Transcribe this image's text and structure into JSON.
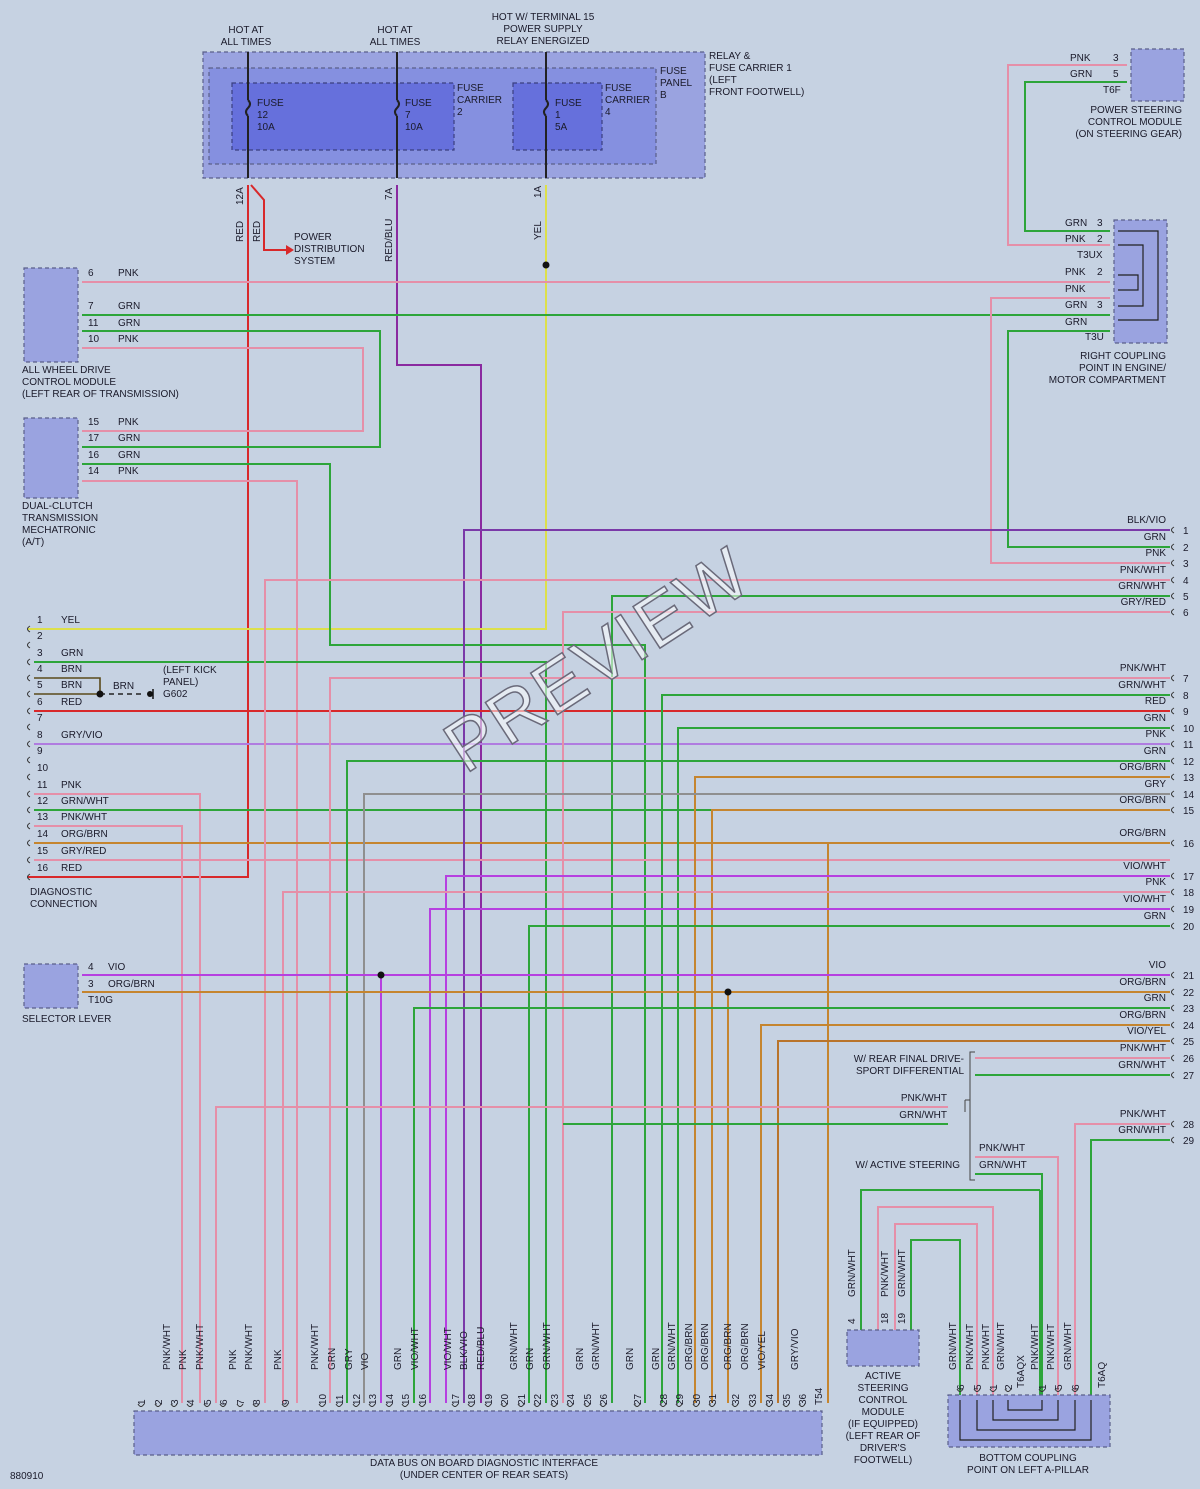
{
  "header": {
    "hot1": [
      "HOT AT",
      "ALL TIMES"
    ],
    "hot2": [
      "HOT AT",
      "ALL TIMES"
    ],
    "hot3": [
      "HOT W/ TERMINAL 15",
      "POWER SUPPLY",
      "RELAY ENERGIZED"
    ]
  },
  "relay_carrier": [
    "RELAY &",
    "FUSE CARRIER 1",
    "(LEFT",
    "FRONT FOOTWELL)"
  ],
  "fuse_panel": [
    "FUSE",
    "PANEL",
    "B"
  ],
  "fuse_carrier_2": [
    "FUSE",
    "CARRIER",
    "2"
  ],
  "fuse_carrier_4": [
    "FUSE",
    "CARRIER",
    "4"
  ],
  "fuses": [
    {
      "name": "FUSE",
      "num": "12",
      "amp": "10A",
      "terminal": "12A",
      "wire": "RED"
    },
    {
      "name": "FUSE",
      "num": "7",
      "amp": "10A",
      "terminal": "7A",
      "wire": "RED/BLU"
    },
    {
      "name": "FUSE",
      "num": "1",
      "amp": "5A",
      "terminal": "1A",
      "wire": "YEL"
    }
  ],
  "power_dist": [
    "POWER",
    "DISTRIBUTION",
    "SYSTEM"
  ],
  "wire_red2": "RED",
  "psm": {
    "title": [
      "POWER STEERING",
      "CONTROL MODULE",
      "(ON STEERING GEAR)"
    ],
    "pins": [
      {
        "color": "PNK",
        "pin": "3"
      },
      {
        "color": "GRN",
        "pin": "5"
      }
    ],
    "connector": "T6F"
  },
  "rcp": {
    "title": [
      "RIGHT COUPLING",
      "POINT IN ENGINE/",
      "MOTOR COMPARTMENT"
    ],
    "a": [
      {
        "color": "GRN",
        "pin": "3"
      },
      {
        "color": "PNK",
        "pin": "2"
      }
    ],
    "a_conn": "T3UX",
    "b": [
      {
        "color": "PNK",
        "pin": "2"
      },
      {
        "color": "PNK",
        "pin": ""
      },
      {
        "color": "GRN",
        "pin": "3"
      },
      {
        "color": "GRN",
        "pin": ""
      }
    ],
    "b_conn": "T3U"
  },
  "awd": {
    "title": [
      "ALL WHEEL DRIVE",
      "CONTROL MODULE",
      "(LEFT REAR OF TRANSMISSION)"
    ],
    "pins": [
      {
        "pin": "6",
        "color": "PNK"
      },
      {
        "pin": "7",
        "color": "GRN"
      },
      {
        "pin": "11",
        "color": "GRN"
      },
      {
        "pin": "10",
        "color": "PNK"
      }
    ]
  },
  "dct": {
    "title": [
      "DUAL-CLUTCH",
      "TRANSMISSION",
      "MECHATRONIC",
      "(A/T)"
    ],
    "pins": [
      {
        "pin": "15",
        "color": "PNK"
      },
      {
        "pin": "17",
        "color": "GRN"
      },
      {
        "pin": "16",
        "color": "GRN"
      },
      {
        "pin": "14",
        "color": "PNK"
      }
    ]
  },
  "diag": {
    "title": [
      "DIAGNOSTIC",
      "CONNECTION"
    ],
    "pins": [
      {
        "pin": "1",
        "color": "YEL"
      },
      {
        "pin": "2",
        "color": ""
      },
      {
        "pin": "3",
        "color": "GRN"
      },
      {
        "pin": "4",
        "color": "BRN"
      },
      {
        "pin": "5",
        "color": "BRN"
      },
      {
        "pin": "6",
        "color": "RED"
      },
      {
        "pin": "7",
        "color": ""
      },
      {
        "pin": "8",
        "color": "GRY/VIO"
      },
      {
        "pin": "9",
        "color": ""
      },
      {
        "pin": "10",
        "color": ""
      },
      {
        "pin": "11",
        "color": "PNK"
      },
      {
        "pin": "12",
        "color": "GRN/WHT"
      },
      {
        "pin": "13",
        "color": "PNK/WHT"
      },
      {
        "pin": "14",
        "color": "ORG/BRN"
      },
      {
        "pin": "15",
        "color": "GRY/RED"
      },
      {
        "pin": "16",
        "color": "RED"
      }
    ],
    "ground_wire": "BRN",
    "ground_note": [
      "(LEFT KICK",
      "PANEL)",
      "G602"
    ]
  },
  "selector": {
    "title": "SELECTOR LEVER",
    "pins": [
      {
        "pin": "4",
        "color": "VIO"
      },
      {
        "pin": "3",
        "color": "ORG/BRN"
      }
    ],
    "connector": "T10G"
  },
  "right_pins": [
    {
      "pin": "1",
      "color": "BLK/VIO"
    },
    {
      "pin": "2",
      "color": "GRN"
    },
    {
      "pin": "3",
      "color": "PNK"
    },
    {
      "pin": "4",
      "color": "PNK/WHT"
    },
    {
      "pin": "5",
      "color": "GRN/WHT"
    },
    {
      "pin": "6",
      "color": "GRY/RED"
    },
    {
      "pin": "7",
      "color": "PNK/WHT"
    },
    {
      "pin": "8",
      "color": "GRN/WHT"
    },
    {
      "pin": "9",
      "color": "RED"
    },
    {
      "pin": "10",
      "color": "GRN"
    },
    {
      "pin": "11",
      "color": "PNK"
    },
    {
      "pin": "12",
      "color": "GRN"
    },
    {
      "pin": "13",
      "color": "ORG/BRN"
    },
    {
      "pin": "14",
      "color": "GRY"
    },
    {
      "pin": "15",
      "color": "ORG/BRN"
    },
    {
      "pin": "16",
      "color": "ORG/BRN"
    },
    {
      "pin": "17",
      "color": "VIO/WHT"
    },
    {
      "pin": "18",
      "color": "PNK"
    },
    {
      "pin": "19",
      "color": "VIO/WHT"
    },
    {
      "pin": "20",
      "color": "GRN"
    },
    {
      "pin": "21",
      "color": "VIO"
    },
    {
      "pin": "22",
      "color": "ORG/BRN"
    },
    {
      "pin": "23",
      "color": "GRN"
    },
    {
      "pin": "24",
      "color": "ORG/BRN"
    },
    {
      "pin": "25",
      "color": "VIO/YEL"
    },
    {
      "pin": "26",
      "color": "PNK/WHT"
    },
    {
      "pin": "27",
      "color": "GRN/WHT"
    },
    {
      "pin": "28",
      "color": "PNK/WHT"
    },
    {
      "pin": "29",
      "color": "GRN/WHT"
    }
  ],
  "rear_sport": {
    "title": [
      "W/ REAR FINAL DRIVE-",
      "SPORT DIFFERENTIAL"
    ],
    "left": [
      "PNK/WHT",
      "GRN/WHT"
    ]
  },
  "active_steer": {
    "title": "W/ ACTIVE STEERING",
    "right": [
      "PNK/WHT",
      "GRN/WHT"
    ]
  },
  "ascm": {
    "title": [
      "ACTIVE",
      "STEERING",
      "CONTROL",
      "MODULE",
      "(IF EQUIPPED)",
      "(LEFT REAR OF",
      "DRIVER'S",
      "FOOTWELL)"
    ],
    "pins": [
      {
        "pin": "4",
        "color": "GRN/WHT"
      },
      {
        "pin": "18",
        "color": "PNK/WHT"
      },
      {
        "pin": "19",
        "color": "GRN/WHT"
      }
    ]
  },
  "bcp": {
    "title": [
      "BOTTOM COUPLING",
      "POINT ON LEFT A-PILLAR"
    ],
    "pins": [
      {
        "pin": "6",
        "color": "GRN/WHT"
      },
      {
        "pin": "5",
        "color": "PNK/WHT"
      },
      {
        "pin": "1",
        "color": "PNK/WHT"
      },
      {
        "pin": "2",
        "color": "GRN/WHT"
      },
      {
        "pin": "1",
        "color": "PNK/WHT"
      },
      {
        "pin": "5",
        "color": "PNK/WHT"
      },
      {
        "pin": "6",
        "color": "GRN/WHT"
      }
    ],
    "conn1": "T6AQX",
    "conn2": "T6AQ"
  },
  "bus": {
    "title": [
      "DATA BUS ON BOARD DIAGNOSTIC INTERFACE",
      "(UNDER CENTER OF REAR SEATS)"
    ],
    "connector": "T54",
    "pins": [
      {
        "pin": "1",
        "color": ""
      },
      {
        "pin": "2",
        "color": ""
      },
      {
        "pin": "3",
        "color": "PNK/WHT"
      },
      {
        "pin": "4",
        "color": "PNK"
      },
      {
        "pin": "5",
        "color": "PNK/WHT"
      },
      {
        "pin": "6",
        "color": ""
      },
      {
        "pin": "7",
        "color": "PNK"
      },
      {
        "pin": "8",
        "color": "PNK/WHT"
      },
      {
        "pin": "9",
        "color": "PNK"
      },
      {
        "pin": "10",
        "color": "PNK/WHT"
      },
      {
        "pin": "11",
        "color": "GRN"
      },
      {
        "pin": "12",
        "color": "GRY"
      },
      {
        "pin": "13",
        "color": "VIO"
      },
      {
        "pin": "14",
        "color": ""
      },
      {
        "pin": "15",
        "color": "GRN"
      },
      {
        "pin": "16",
        "color": "VIO/WHT"
      },
      {
        "pin": "17",
        "color": "VIO/WHT"
      },
      {
        "pin": "18",
        "color": "BLK/VIO"
      },
      {
        "pin": "19",
        "color": "RED/BLU"
      },
      {
        "pin": "20",
        "color": ""
      },
      {
        "pin": "21",
        "color": "GRN/WHT"
      },
      {
        "pin": "22",
        "color": "GRN"
      },
      {
        "pin": "23",
        "color": "GRN/WHT"
      },
      {
        "pin": "24",
        "color": ""
      },
      {
        "pin": "25",
        "color": "GRN"
      },
      {
        "pin": "26",
        "color": "GRN/WHT"
      },
      {
        "pin": "27",
        "color": "GRN"
      },
      {
        "pin": "28",
        "color": "GRN"
      },
      {
        "pin": "29",
        "color": "GRN/WHT"
      },
      {
        "pin": "30",
        "color": "ORG/BRN"
      },
      {
        "pin": "31",
        "color": "ORG/BRN"
      },
      {
        "pin": "32",
        "color": "ORG/BRN"
      },
      {
        "pin": "33",
        "color": "ORG/BRN"
      },
      {
        "pin": "34",
        "color": "VIO/YEL"
      },
      {
        "pin": "35",
        "color": ""
      },
      {
        "pin": "36",
        "color": "GRY/VIO"
      }
    ]
  },
  "code": "880910",
  "watermark": "PREVIEW",
  "colors": {
    "background": "#c6d2e2",
    "box": "#9aa3e0",
    "fuse": "#6670dc",
    "pnk": "#e58fa8",
    "grn": "#2da53a",
    "red": "#d8282a",
    "vio": "#b640e0",
    "org": "#c5852f",
    "yel": "#dde04a",
    "gry": "#8f8f8f"
  }
}
